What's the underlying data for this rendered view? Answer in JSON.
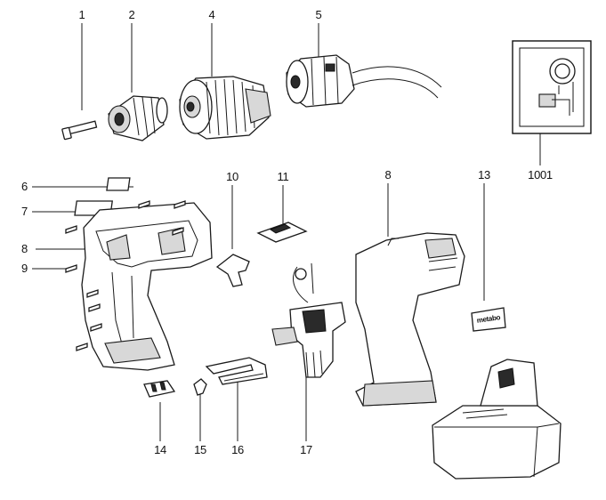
{
  "labels": {
    "l1": "1",
    "l2": "2",
    "l4": "4",
    "l5": "5",
    "l6": "6",
    "l7": "7",
    "l8a": "8",
    "l9": "9",
    "l10": "10",
    "l11": "11",
    "l8b": "8",
    "l13": "13",
    "l1001": "1001",
    "l14": "14",
    "l15": "15",
    "l16": "16",
    "l17": "17"
  },
  "brand_text": "metabo"
}
